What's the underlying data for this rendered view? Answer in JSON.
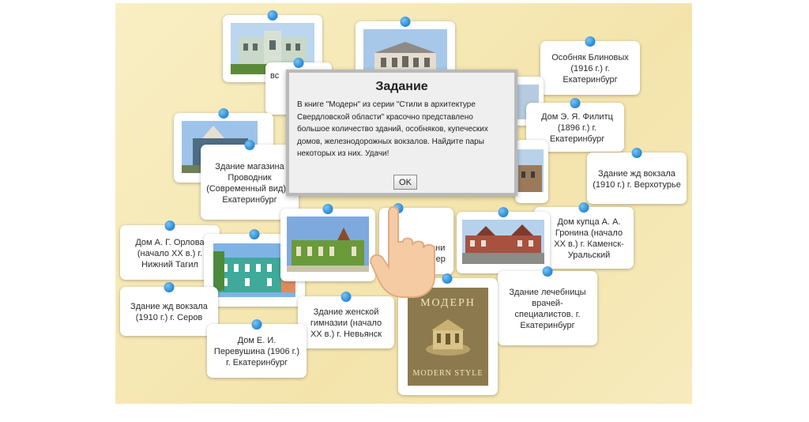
{
  "dialog": {
    "title": "Задание",
    "text": "В книге \"Модерн\" из серии \"Стили в архитектуре Свердловской области\" красочно представлено большое количество зданий, особняков, купеческих домов, железнодорожных вокзалов. Найдите пары некоторых из них. Удачи!",
    "ok_label": "OK"
  },
  "cards": {
    "blinovy": "Особняк Блиновых (1916 г.) г. Екатеринбург",
    "filitts": "Дом Э. Я. Филитц (1896 г.) г. Екатеринбург",
    "verkhoturye": "Здание жд вокзала (1910 г.) г. Верхотурье",
    "kupets": "Дом купца А. А. Гронина (начало XX в.) г. Каменск-Уральский",
    "magazin": "Здание магазина Проводник (Современный вид) г. Екатеринбург",
    "orlov": "Дом А. Г. Орлова (начало XX в.) г. Нижний Тагил",
    "serov": "Здание жд вокзала (1910 г.) г. Серов",
    "perevushin": "Дом Е. И. Перевушина (1906 г.) г. Екатеринбург",
    "gimnazia": "Здание женской гимназии (начало XX в.) г. Невьянск",
    "lechebnitsa": "Здание лечебницы врачей-специалистов. г. Екатеринбург",
    "partial_left": "вс",
    "partial_mid": "Здани Вейер"
  },
  "book": {
    "title": "МОДЕРН",
    "subtitle": "MODERN STYLE"
  },
  "colors": {
    "board": "#f7eab8",
    "pin": "#2f8fd8",
    "dialog_border": "#b9b9b9"
  }
}
